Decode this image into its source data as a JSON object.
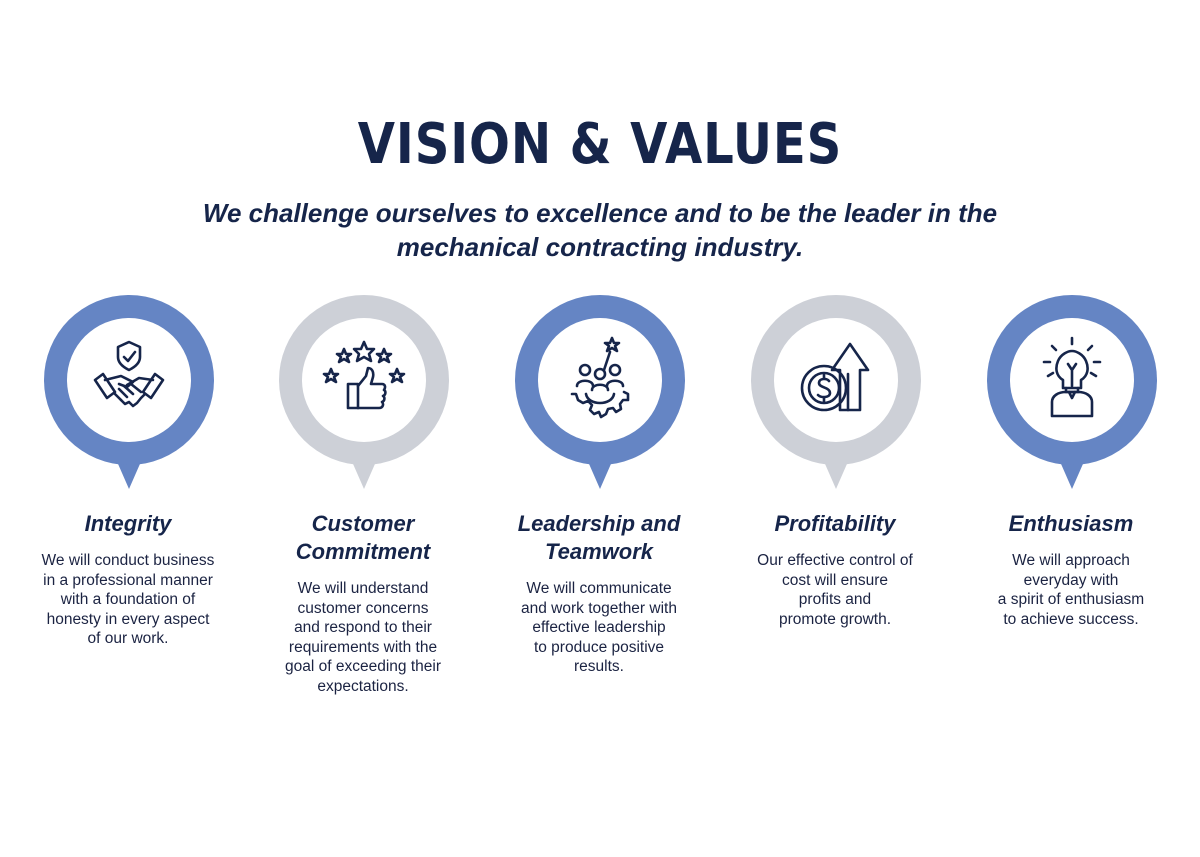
{
  "header": {
    "title": "VISION & VALUES",
    "subtitle": "We challenge ourselves to excellence and to be the leader in the mechanical contracting industry."
  },
  "colors": {
    "navy": "#16254a",
    "blue_ring": "#6585c4",
    "grey_ring": "#cdd0d7"
  },
  "values": [
    {
      "title": "Integrity",
      "icon": "handshake-shield-icon",
      "ring": "blue",
      "description": "We will conduct business\nin a professional manner\nwith a foundation of\nhonesty in every aspect\nof our work."
    },
    {
      "title": "Customer Commitment",
      "icon": "thumbs-up-stars-icon",
      "ring": "grey",
      "description": "We will understand\ncustomer concerns\nand respond to their\nrequirements with the\ngoal of exceeding their\nexpectations."
    },
    {
      "title": "Leadership and Teamwork",
      "icon": "team-gear-star-icon",
      "ring": "blue",
      "description": "We will communicate\nand work together with\neffective leadership\nto produce positive\nresults."
    },
    {
      "title": "Profitability",
      "icon": "coin-growth-arrow-icon",
      "ring": "grey",
      "description": "Our effective control of\ncost will ensure\nprofits and\npromote growth."
    },
    {
      "title": "Enthusiasm",
      "icon": "lightbulb-person-icon",
      "ring": "blue",
      "description": "We will approach\neveryday with\na spirit of enthusiasm\nto achieve success."
    }
  ]
}
